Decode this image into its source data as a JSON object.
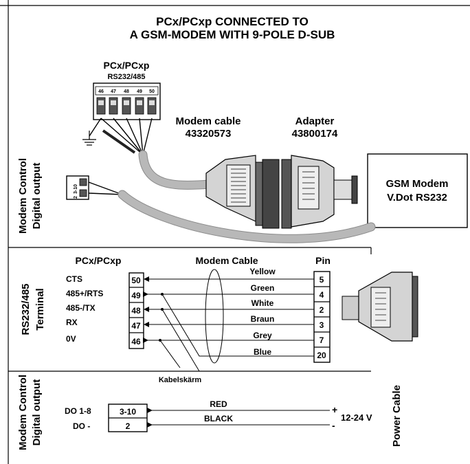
{
  "title": {
    "line1": "PCx/PCxp CONNECTED TO",
    "line2": "A GSM-MODEM WITH 9-POLE D-SUB"
  },
  "top": {
    "device_label": "PCx/PCxp",
    "device_sublabel": "RS232/485",
    "terminal_pins": [
      "46",
      "47",
      "48",
      "49",
      "50"
    ],
    "modem_cable_label": "Modem cable",
    "modem_cable_part": "43320573",
    "adapter_label": "Adapter",
    "adapter_part": "43800174",
    "gsm_line1": "GSM Modem",
    "gsm_line2": "V.Dot RS232",
    "side_label_line1": "Modem Control",
    "side_label_line2": "Digital output",
    "digital_terminal_pins": [
      "3-10",
      "2"
    ]
  },
  "middle": {
    "side_label_line1": "RS232/485",
    "side_label_line2": "Terminal",
    "header_device": "PCx/PCxp",
    "header_cable": "Modem Cable",
    "header_pin": "Pin",
    "rows": [
      {
        "signal": "CTS",
        "terminal": "50",
        "color": "Yellow",
        "pin": "5"
      },
      {
        "signal": "485+/RTS",
        "terminal": "49",
        "color": "Green",
        "pin": "4"
      },
      {
        "signal": "485-/TX",
        "terminal": "48",
        "color": "White",
        "pin": "2"
      },
      {
        "signal": "RX",
        "terminal": "47",
        "color": "Braun",
        "pin": "3"
      },
      {
        "signal": "0V",
        "terminal": "46",
        "color": "Grey",
        "pin": "7"
      }
    ],
    "extra_color": "Blue",
    "extra_pin": "20",
    "shield_label": "Kabelskärm"
  },
  "bottom": {
    "side_label_line1": "Modem Control",
    "side_label_line2": "Digital output",
    "rows": [
      {
        "signal": "DO 1-8",
        "terminal": "3-10",
        "wire": "RED",
        "polarity": "+"
      },
      {
        "signal": "DO -",
        "terminal": "2",
        "wire": "BLACK",
        "polarity": "-"
      }
    ],
    "voltage": "12-24 V",
    "power_label": "Power Cable"
  }
}
